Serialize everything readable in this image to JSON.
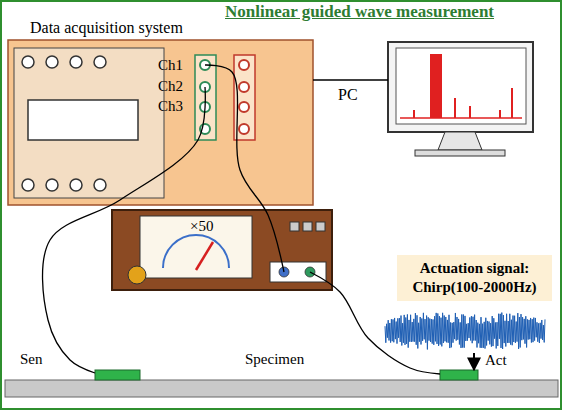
{
  "diagram": {
    "title": "Nonlinear guided wave measurement",
    "nodes": [
      {
        "text": [
          "Data acquisition system",
          "Ch1",
          "Ch2",
          "Ch3"
        ]
      },
      {
        "text": [
          "PC"
        ]
      },
      {
        "text": [
          "×50"
        ]
      },
      {
        "text": [
          "Actuation signal: Chirp(100-2000Hz)"
        ]
      },
      {
        "text": [
          "Sen"
        ]
      },
      {
        "text": [
          "Specimen"
        ]
      },
      {
        "text": [
          "Act"
        ]
      }
    ],
    "edges": [
      {
        "from": 0,
        "to": 1,
        "arrow": "none"
      },
      {
        "from": 0,
        "to": 2,
        "arrow": "none"
      },
      {
        "from": 0,
        "to": 4,
        "arrow": "none"
      },
      {
        "from": 2,
        "to": 6,
        "arrow": "none"
      },
      {
        "from": 3,
        "to": 6,
        "arrow": "to"
      }
    ]
  }
}
